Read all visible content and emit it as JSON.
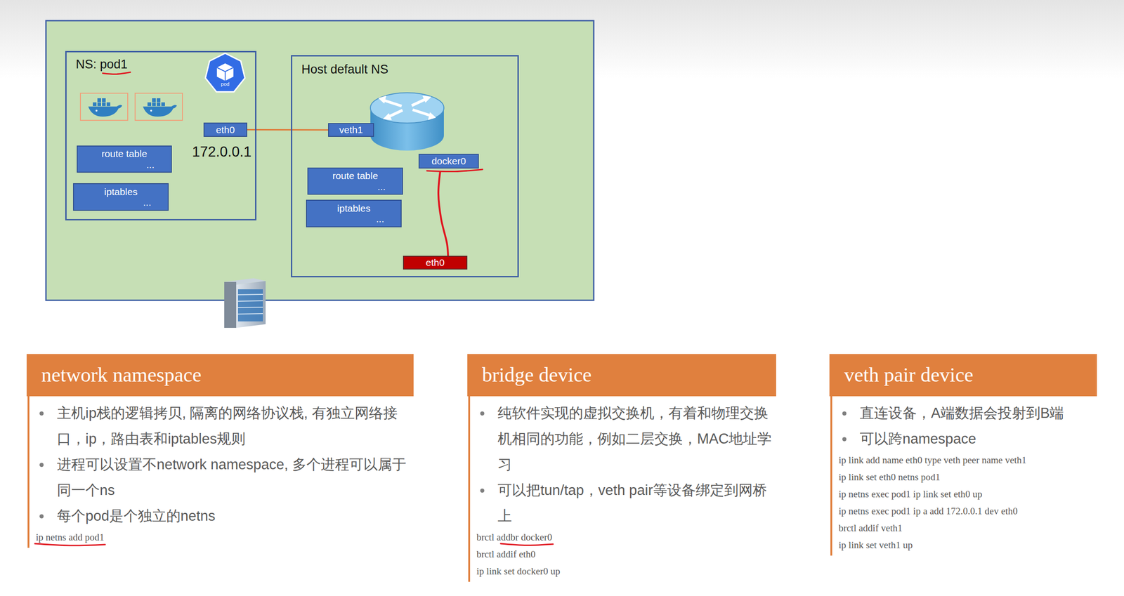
{
  "diagram": {
    "nodes": [
      {
        "text": [
          "NS: pod1"
        ]
      },
      {
        "text": [
          "eth0"
        ],
        "in": 0
      },
      {
        "text": [
          "route table",
          "..."
        ],
        "in": 0
      },
      {
        "text": [
          "iptables",
          "..."
        ],
        "in": 0
      },
      {
        "text": [
          "Host default NS"
        ]
      },
      {
        "text": [
          "veth1"
        ],
        "in": 4
      },
      {
        "text": [
          "docker0"
        ],
        "in": 4
      },
      {
        "text": [
          "route table",
          "..."
        ],
        "in": 4
      },
      {
        "text": [
          "iptables",
          "..."
        ],
        "in": 4
      },
      {
        "text": [
          "eth0"
        ],
        "in": 4
      },
      {
        "text": [
          "network namespace",
          "主机ip栈的逻辑拷贝, 隔离的网络协议栈, 有独立网络接口，ip，路由表和iptables规则",
          "进程可以设置不network namespace, 多个进程可以属于同一个ns",
          "每个pod是个独立的netns",
          "ip netns add pod1"
        ]
      },
      {
        "text": [
          "bridge device",
          "纯软件实现的虚拟交换机，有着和物理交换机相同的功能，例如二层交换，MAC地址学习",
          "可以把tun/tap，veth pair等设备绑定到网桥上",
          "brctl addbr docker0",
          "brctl addif eth0",
          "ip link set docker0 up"
        ]
      },
      {
        "text": [
          "veth pair device",
          "直连设备，A端数据会投射到B端",
          "可以跨namespace",
          "ip link add name eth0 type veth peer name veth1",
          "ip link set eth0 netns pod1",
          "ip netns exec pod1 ip link set eth0 up",
          "ip netns exec pod1 ip a add 172.0.0.1 dev eth0",
          "brctl addif veth1",
          "ip link set veth1 up"
        ]
      }
    ],
    "edges": [
      {
        "from": 1,
        "to": 5,
        "arrow": "none"
      },
      {
        "from": 6,
        "to": 9,
        "arrow": "none"
      }
    ],
    "labels": [
      "172.0.0.1",
      "pod"
    ]
  }
}
